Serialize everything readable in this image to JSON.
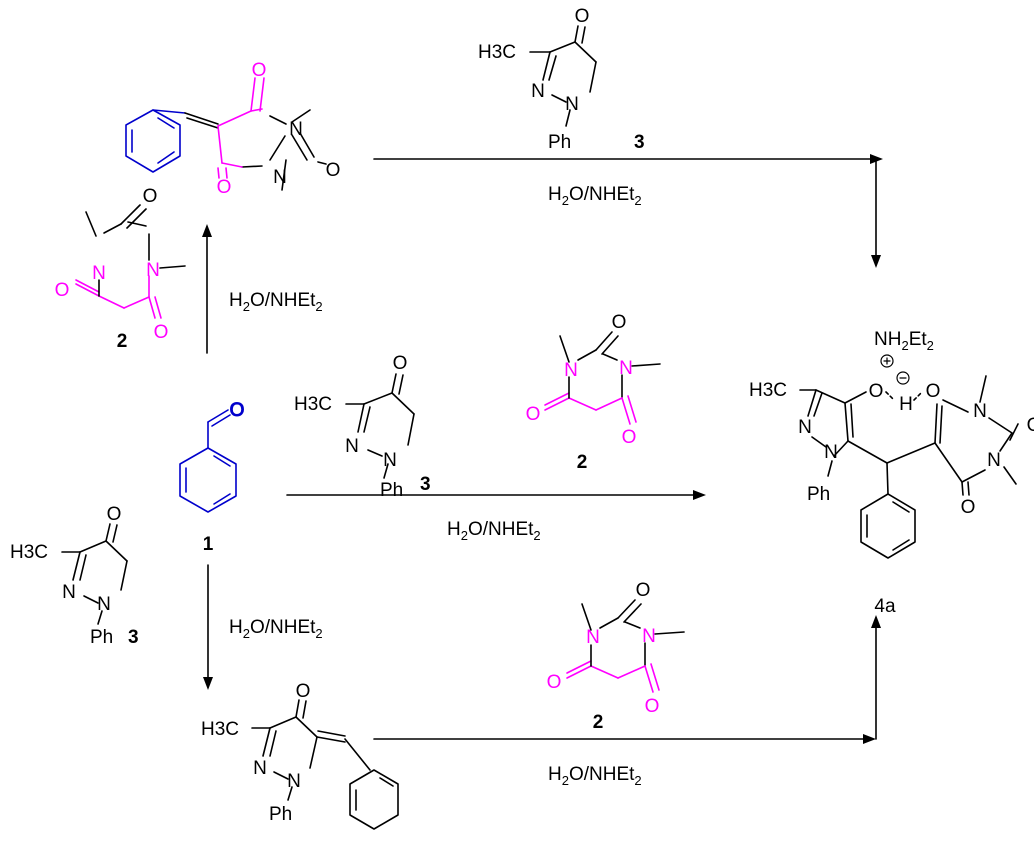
{
  "condition": "H2O/NHEt2",
  "compounds": {
    "aldehyde": {
      "number": "1",
      "atoms": {
        "O": "O"
      }
    },
    "barbiturate": {
      "number": "2",
      "atoms": {
        "O": "O",
        "N": "N"
      }
    },
    "pyrazolone": {
      "number": "3",
      "atoms": {
        "O": "O",
        "N": "N",
        "methyl": "H3C",
        "phenyl": "Ph"
      }
    },
    "product": {
      "number": "4a",
      "atoms": {
        "O": "O",
        "N": "N",
        "methyl": "H3C",
        "phenyl": "Ph",
        "H": "H",
        "counterion": "NH2Et2"
      },
      "charges": {
        "plus": "+",
        "minus": "−"
      }
    },
    "knoevenagel_barbiturate": {
      "atoms": {
        "O": "O",
        "N": "N"
      }
    },
    "knoevenagel_pyrazolone": {
      "atoms": {
        "O": "O",
        "N": "N",
        "methyl": "H3C",
        "phenyl": "Ph"
      }
    }
  }
}
